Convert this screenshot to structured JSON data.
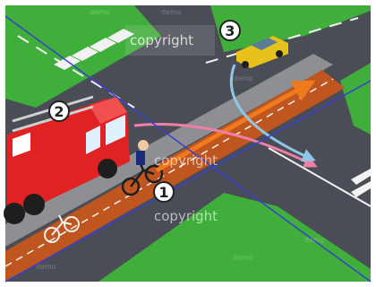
{
  "markers": [
    {
      "number": "1",
      "subject": "cyclist"
    },
    {
      "number": "2",
      "subject": "fire-truck"
    },
    {
      "number": "3",
      "subject": "yellow-car"
    }
  ],
  "watermarks": [
    "copyright",
    "copyright",
    "copyright"
  ],
  "demo_watermark": "demo",
  "colors": {
    "grass": "#3fae3a",
    "road": "#4a4d55",
    "bike_lane": "#c0561f",
    "crosswalk": "#f2f2f2",
    "truck": "#e02222",
    "car": "#e6c21a",
    "arrow_cyclist": "#f07a1e",
    "arrow_truck": "#ef7fa6",
    "arrow_car": "#8fc8e6",
    "diagonal_lines": "#3a3fd0"
  }
}
